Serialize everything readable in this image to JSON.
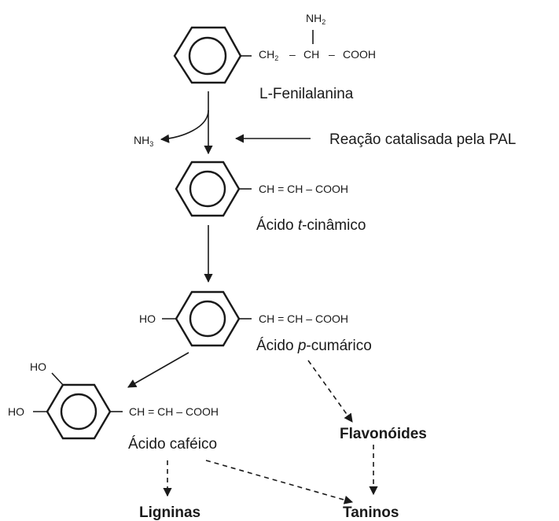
{
  "compounds": {
    "phenylalanine": {
      "name": "L-Fenilalanina",
      "amine": "NH",
      "amine_sub": "2",
      "ch2": "CH",
      "ch2_sub": "2",
      "ch": "CH",
      "cooh": "COOH",
      "dash": "–"
    },
    "cinnamic": {
      "name_prefix": "Ácido ",
      "name_italic": "t",
      "name_suffix": "-cinâmico",
      "chain": "CH = CH – COOH"
    },
    "coumaric": {
      "name_prefix": "Ácido ",
      "name_italic": "p",
      "name_suffix": "-cumárico",
      "ho": "HO",
      "chain": "CH = CH – COOH"
    },
    "caffeic": {
      "name": "Ácido caféico",
      "ho_top": "HO",
      "ho_left": "HO",
      "chain": "CH = CH – COOH"
    }
  },
  "byproduct": {
    "text": "NH",
    "sub": "3"
  },
  "enzyme_note": "Reação catalisada pela PAL",
  "products": {
    "flavonoids": "Flavonóides",
    "lignins": "Ligninas",
    "tannins": "Taninos"
  }
}
